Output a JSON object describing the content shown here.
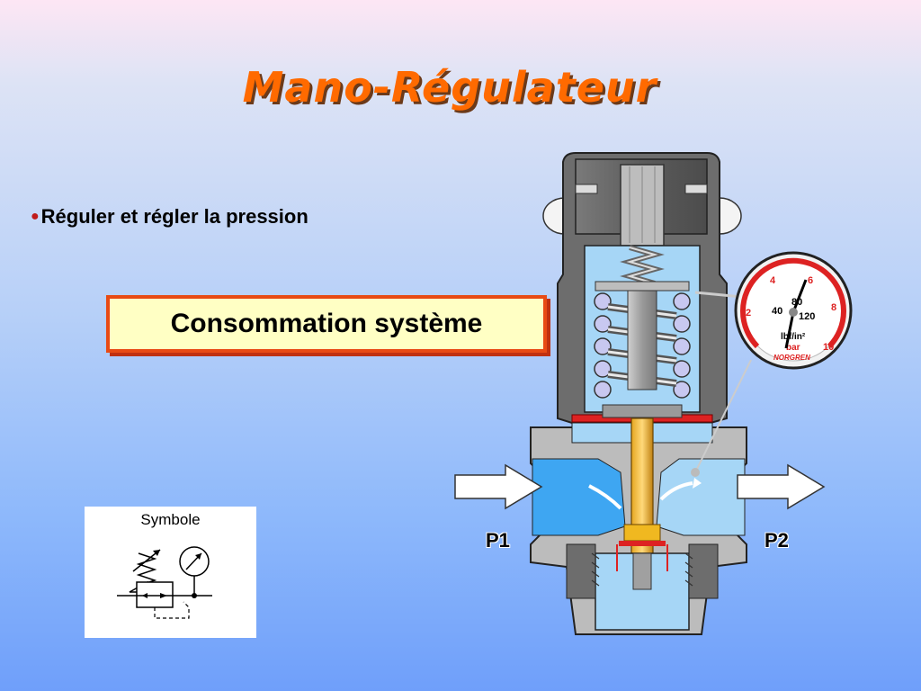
{
  "title": "Mano-Régulateur",
  "bullet": {
    "marker": "●",
    "text": "Réguler et régler la pression"
  },
  "callout": {
    "text": "Consommation système"
  },
  "symbol": {
    "label": "Symbole"
  },
  "ports": {
    "inlet": "P1",
    "outlet": "P2"
  },
  "gauge": {
    "bar_ticks": [
      "2",
      "4",
      "6",
      "8",
      "10"
    ],
    "psi_ticks": [
      "40",
      "80",
      "120"
    ],
    "units_psi": "lbf/in²",
    "units_bar": "bar",
    "brand": "NORGREN"
  },
  "colors": {
    "title": "#ff6a00",
    "callout_border": "#e84a14",
    "callout_fill": "#ffffc4",
    "body_gray": "#6d6d6d",
    "fluid_inlet": "#3ea6f2",
    "fluid_outlet": "#a6d6f6"
  }
}
